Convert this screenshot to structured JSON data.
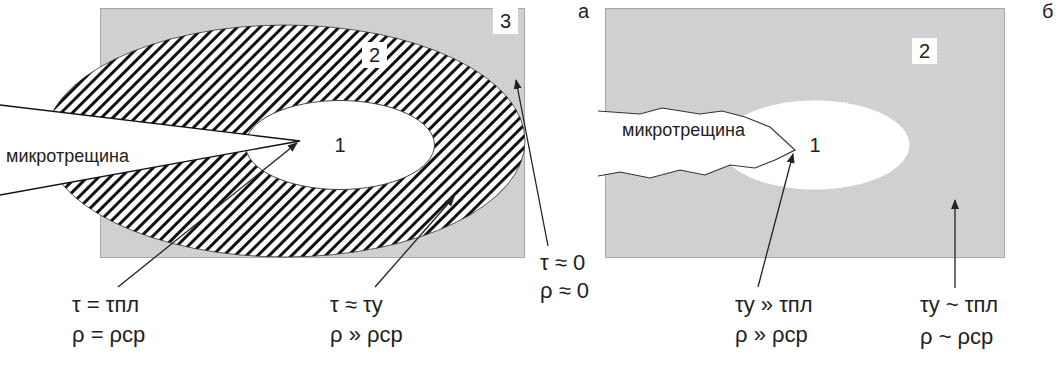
{
  "diagram": {
    "nodes": [
      {
        "text": [
          "3"
        ]
      },
      {
        "text": [
          "2"
        ],
        "in": 0
      },
      {
        "text": [
          "1"
        ],
        "in": 1
      },
      {
        "text": [
          "2"
        ]
      },
      {
        "text": [
          "1"
        ],
        "in": 3
      }
    ],
    "labels": [
      "микротрещина",
      "τ = τпл",
      "ρ = ρср",
      "τ ≈ τу",
      "ρ » ρср",
      "τ ≈ 0",
      "ρ ≈ 0",
      "а",
      "микротрещина",
      "τу » τпл",
      "ρ » ρср",
      "τу ~ τпл",
      "ρ ~ ρср",
      "б"
    ]
  }
}
